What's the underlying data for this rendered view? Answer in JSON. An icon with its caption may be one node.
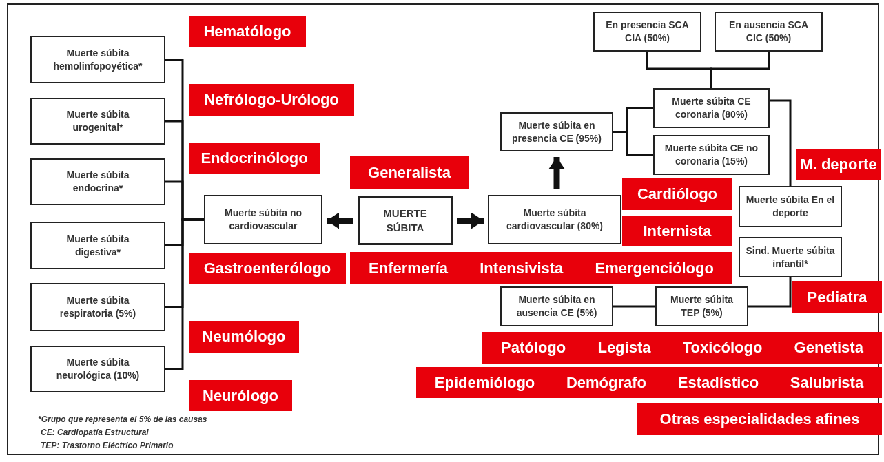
{
  "diagram": {
    "nodes": [
      {
        "text": [
          "Hematólogo"
        ]
      },
      {
        "text": [
          "Muerte súbita hemolinfopoyética*"
        ]
      },
      {
        "text": [
          "Nefrólogo-Urólogo"
        ]
      },
      {
        "text": [
          "Muerte súbita urogenital*"
        ]
      },
      {
        "text": [
          "Endocrinólogo"
        ]
      },
      {
        "text": [
          "Muerte súbita endocrina*"
        ]
      },
      {
        "text": [
          "Muerte súbita digestiva*"
        ]
      },
      {
        "text": [
          "Gastroenterólogo"
        ]
      },
      {
        "text": [
          "Muerte súbita respiratoria (5%)"
        ]
      },
      {
        "text": [
          "Neumólogo"
        ]
      },
      {
        "text": [
          "Muerte súbita neurológica (10%)"
        ]
      },
      {
        "text": [
          "Neurólogo"
        ]
      },
      {
        "text": [
          "Muerte súbita no cardiovascular"
        ]
      },
      {
        "text": [
          "Generalista"
        ]
      },
      {
        "text": [
          "MUERTE SÚBITA"
        ]
      },
      {
        "text": [
          "Muerte súbita cardiovascular (80%)"
        ]
      },
      {
        "text": [
          "Cardiólogo"
        ]
      },
      {
        "text": [
          "Internista"
        ]
      },
      {
        "text": [
          "Enfermería",
          "Intensivista",
          "Emergenciólogo"
        ]
      },
      {
        "text": [
          "En presencia SCA CIA (50%)"
        ]
      },
      {
        "text": [
          "En ausencia SCA CIC (50%)"
        ]
      },
      {
        "text": [
          "Muerte súbita en presencia CE (95%)"
        ]
      },
      {
        "text": [
          "Muerte súbita CE coronaria (80%)"
        ]
      },
      {
        "text": [
          "Muerte súbita CE no coronaria (15%)"
        ]
      },
      {
        "text": [
          "M. deporte"
        ]
      },
      {
        "text": [
          "Muerte súbita En el deporte"
        ]
      },
      {
        "text": [
          "Sind. Muerte súbita infantil*"
        ]
      },
      {
        "text": [
          "Pediatra"
        ]
      },
      {
        "text": [
          "Muerte súbita en ausencia CE (5%)"
        ]
      },
      {
        "text": [
          "Muerte súbita TEP (5%)"
        ]
      },
      {
        "text": [
          "Patólogo",
          "Legista",
          "Toxicólogo",
          "Genetista"
        ]
      },
      {
        "text": [
          "Epidemiólogo",
          "Demógrafo",
          "Estadístico",
          "Salubrista"
        ]
      },
      {
        "text": [
          "Otras especialidades afines"
        ]
      }
    ],
    "edges": [
      {
        "from": 14,
        "to": 12,
        "arrow": "to",
        "style": "thick"
      },
      {
        "from": 14,
        "to": 15,
        "arrow": "to",
        "style": "thick"
      },
      {
        "from": 15,
        "to": 21,
        "arrow": "to",
        "style": "thick"
      },
      {
        "from": 12,
        "to": 1,
        "arrow": "none"
      },
      {
        "from": 12,
        "to": 3,
        "arrow": "none"
      },
      {
        "from": 12,
        "to": 5,
        "arrow": "none"
      },
      {
        "from": 12,
        "to": 6,
        "arrow": "none"
      },
      {
        "from": 12,
        "to": 8,
        "arrow": "none"
      },
      {
        "from": 12,
        "to": 10,
        "arrow": "none"
      },
      {
        "from": 21,
        "to": 22,
        "arrow": "none"
      },
      {
        "from": 21,
        "to": 23,
        "arrow": "none"
      },
      {
        "from": 22,
        "to": 19,
        "arrow": "none"
      },
      {
        "from": 22,
        "to": 20,
        "arrow": "none"
      },
      {
        "from": 22,
        "to": 25,
        "arrow": "none"
      },
      {
        "from": 26,
        "to": 29,
        "arrow": "none"
      },
      {
        "from": 28,
        "to": 29,
        "arrow": "none"
      }
    ],
    "labels": [
      "*Grupo que representa el 5% de las causas",
      "CE: Cardiopatía Estructural",
      "TEP: Trastorno Eléctrico Primario"
    ]
  }
}
